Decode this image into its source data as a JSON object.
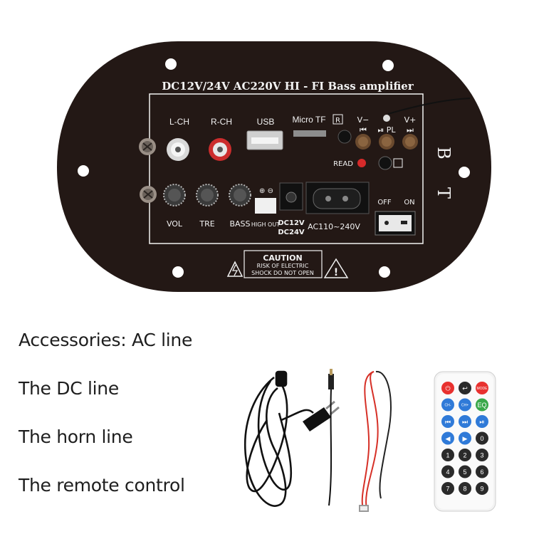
{
  "board": {
    "title": "DC12V/24V AC220V HI - FI Bass amplifier",
    "lch": "L-CH",
    "rch": "R-CH",
    "usb": "USB",
    "microtf": "Micro TF",
    "r_badge": "R",
    "vminus": "V−",
    "vplus": "V+",
    "prev_glyph": "⏮",
    "next_glyph": "⏭",
    "playpause": "⏯ PL",
    "read": "READ",
    "bt_b": "B",
    "bt_t": "T",
    "vol": "VOL",
    "tre": "TRE",
    "bass": "BASS",
    "plus_minus": "⊕ ⊖",
    "high_out": "HIGH OUT",
    "dc_label_1": "DC12V",
    "dc_label_2": "DC24V",
    "ac_label": "AC110~240V",
    "off": "OFF",
    "on": "ON",
    "caution": "CAUTION",
    "caution_line1": "RISK OF ELECTRIC",
    "caution_line2": "SHOCK DO NOT OPEN"
  },
  "accessories": {
    "line1": "Accessories: AC line",
    "line2": "The DC line",
    "line3": "The horn line",
    "line4": "The remote control"
  },
  "remote": {
    "row1": [
      "⏻",
      "↩",
      "MODE"
    ],
    "row2": [
      "CH-",
      "CH+",
      "EQ"
    ],
    "row3": [
      "⏮",
      "⏭",
      "⏯"
    ],
    "row4": [
      "◀",
      "▶",
      "0"
    ],
    "row5": [
      "1",
      "2",
      "3"
    ],
    "row6": [
      "4",
      "5",
      "6"
    ],
    "row7": [
      "7",
      "8",
      "9"
    ]
  },
  "colors": {
    "board": "#231815",
    "panel_line": "#f2f2f2",
    "remote_red": "#e8312f",
    "remote_blue": "#2f7ad8",
    "remote_green": "#3aa84a",
    "remote_dark": "#2a2a2a",
    "wire_red": "#d63027"
  }
}
